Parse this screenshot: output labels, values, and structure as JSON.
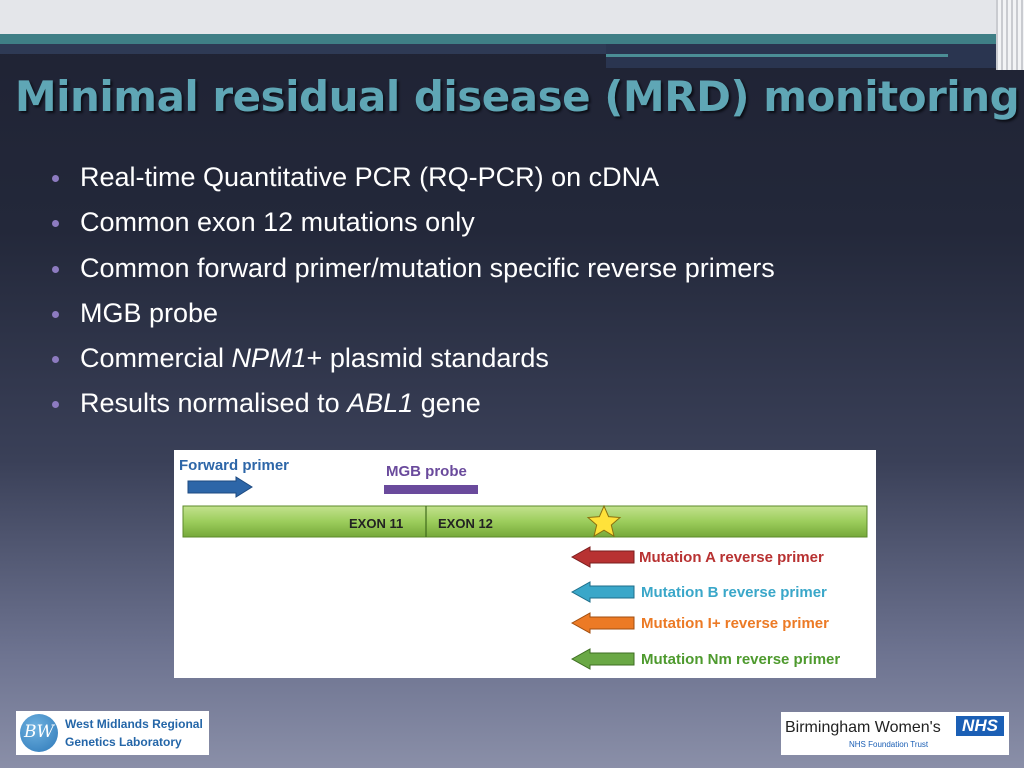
{
  "slide": {
    "title": "Minimal residual disease (MRD) monitoring",
    "bullets": [
      {
        "pre": "Real-time Quantitative PCR (RQ-PCR) on cDNA",
        "italic": "",
        "post": ""
      },
      {
        "pre": "Common exon 12 mutations only",
        "italic": "",
        "post": ""
      },
      {
        "pre": "Common forward primer/mutation specific reverse primers",
        "italic": "",
        "post": ""
      },
      {
        "pre": "MGB probe",
        "italic": "",
        "post": ""
      },
      {
        "pre": "Commercial ",
        "italic": "NPM1",
        "post": "+ plasmid standards"
      },
      {
        "pre": "Results normalised to ",
        "italic": "ABL1",
        "post": " gene"
      }
    ],
    "bullet_color": "#8d7bc0",
    "title_color": "#5fa6b5"
  },
  "diagram": {
    "forward_primer": "Forward primer",
    "mgb_probe": "MGB probe",
    "exon11": "EXON 11",
    "exon12": "EXON 12",
    "reverse_primers": [
      {
        "label": "Mutation A reverse  primer",
        "color": "#b83232"
      },
      {
        "label": "Mutation B reverse  primer",
        "color": "#3aa7c9"
      },
      {
        "label": "Mutation I+ reverse  primer",
        "color": "#ec7a25"
      },
      {
        "label": "Mutation Nm reverse  primer",
        "color": "#6aa845"
      }
    ],
    "colors": {
      "gene_bar": "#9ccd5c",
      "forward": "#2d66a8",
      "probe": "#6a4a9c",
      "star": "#ffe23a"
    }
  },
  "footer": {
    "left_logo_mark": "BW",
    "left_line1": "West Midlands Regional",
    "left_line2": "Genetics Laboratory",
    "right_name": "Birmingham Women's",
    "right_nhs": "NHS",
    "right_trust": "NHS Foundation Trust"
  }
}
